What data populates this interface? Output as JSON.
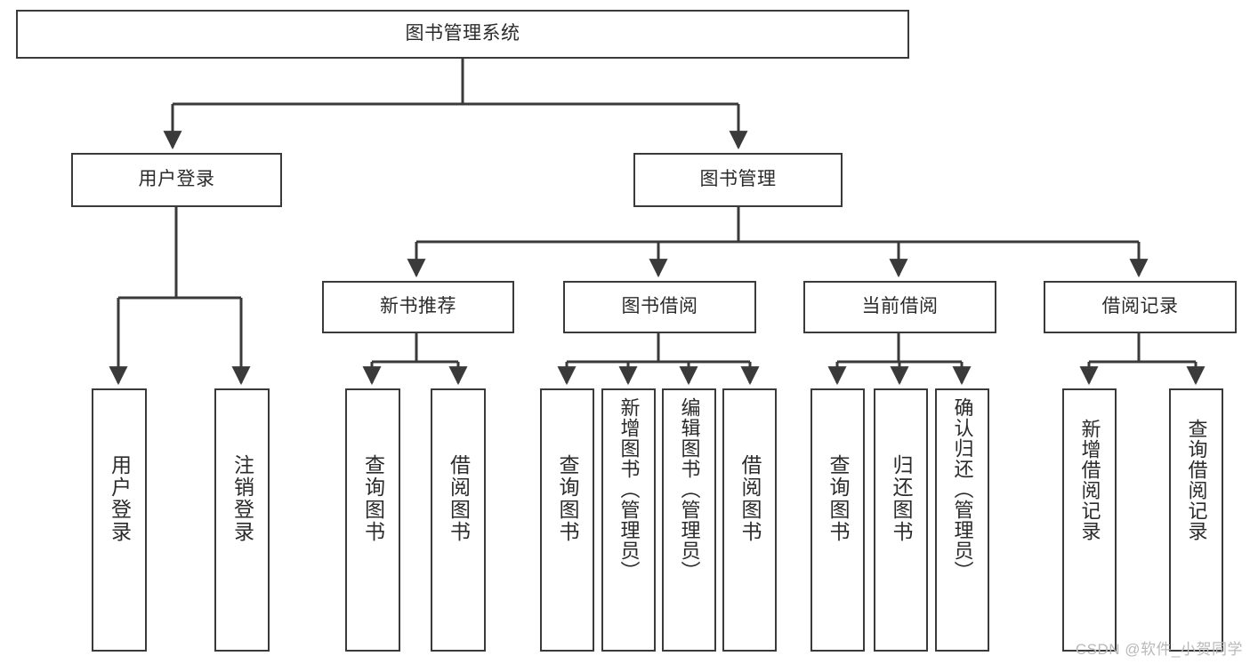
{
  "diagram": {
    "title": "图书管理系统",
    "type": "tree-hierarchy-chart",
    "root": {
      "id": "root",
      "label": "图书管理系统",
      "orientation": "horizontal"
    },
    "level2": [
      {
        "id": "user-login",
        "label": "用户登录",
        "orientation": "horizontal"
      },
      {
        "id": "book-manage",
        "label": "图书管理",
        "orientation": "horizontal"
      }
    ],
    "level3": [
      {
        "id": "new-book-recommend",
        "label": "新书推荐",
        "orientation": "horizontal",
        "parent": "book-manage"
      },
      {
        "id": "book-borrow",
        "label": "图书借阅",
        "orientation": "horizontal",
        "parent": "book-manage"
      },
      {
        "id": "current-borrow",
        "label": "当前借阅",
        "orientation": "horizontal",
        "parent": "book-manage"
      },
      {
        "id": "borrow-record",
        "label": "借阅记录",
        "orientation": "horizontal",
        "parent": "book-manage"
      }
    ],
    "leaves": [
      {
        "id": "leaf-user-login",
        "label": "用户登录",
        "parent": "user-login",
        "orientation": "vertical"
      },
      {
        "id": "leaf-logout",
        "label": "注销登录",
        "parent": "user-login",
        "orientation": "vertical"
      },
      {
        "id": "leaf-query-book-1",
        "label": "查询图书",
        "parent": "new-book-recommend",
        "orientation": "vertical"
      },
      {
        "id": "leaf-borrow-book-1",
        "label": "借阅图书",
        "parent": "new-book-recommend",
        "orientation": "vertical"
      },
      {
        "id": "leaf-query-book-2",
        "label": "查询图书",
        "parent": "book-borrow",
        "orientation": "vertical"
      },
      {
        "id": "leaf-add-book",
        "label": "新增图书（管理员）",
        "parent": "book-borrow",
        "orientation": "vertical"
      },
      {
        "id": "leaf-edit-book",
        "label": "编辑图书（管理员）",
        "parent": "book-borrow",
        "orientation": "vertical"
      },
      {
        "id": "leaf-borrow-book-2",
        "label": "借阅图书",
        "parent": "book-borrow",
        "orientation": "vertical"
      },
      {
        "id": "leaf-query-book-3",
        "label": "查询图书",
        "parent": "current-borrow",
        "orientation": "vertical"
      },
      {
        "id": "leaf-return-book",
        "label": "归还图书",
        "parent": "current-borrow",
        "orientation": "vertical"
      },
      {
        "id": "leaf-confirm-return",
        "label": "确认归还（管理员）",
        "parent": "current-borrow",
        "orientation": "vertical"
      },
      {
        "id": "leaf-add-record",
        "label": "新增借阅记录",
        "parent": "borrow-record",
        "orientation": "vertical"
      },
      {
        "id": "leaf-query-record",
        "label": "查询借阅记录",
        "parent": "borrow-record",
        "orientation": "vertical"
      }
    ],
    "colors": {
      "stroke": "#3a3a3a",
      "text": "#2b2b2b",
      "background": "#ffffff",
      "watermark": "#b9b9b9"
    }
  },
  "watermark": {
    "text": "CSDN @软件_小贺同学"
  }
}
